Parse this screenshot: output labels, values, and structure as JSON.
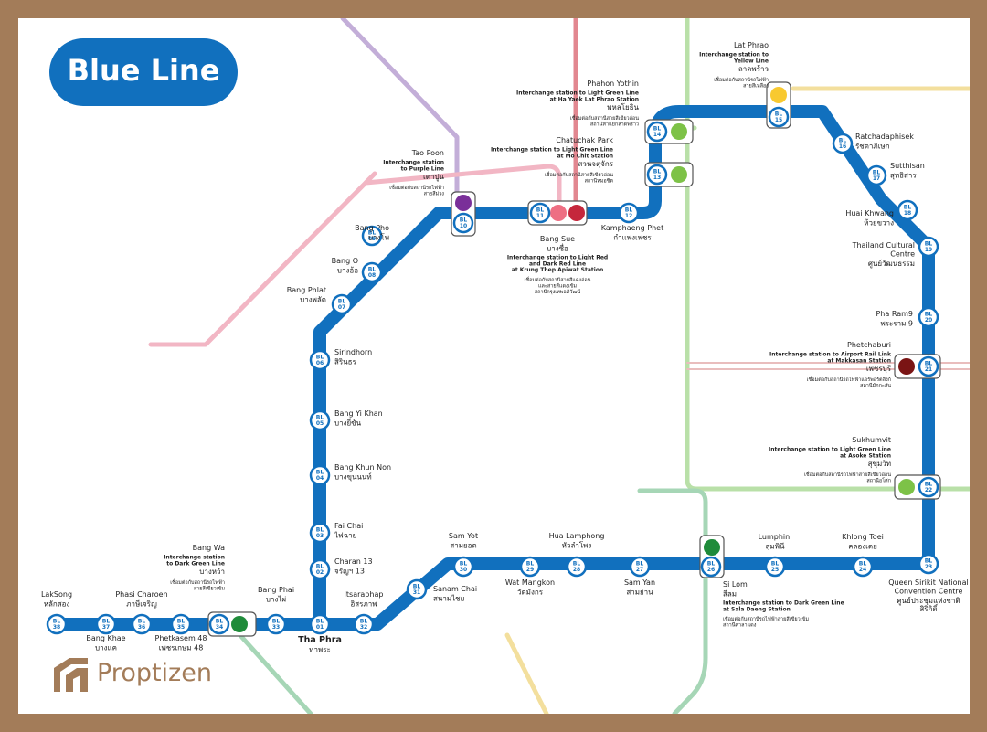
{
  "title": "Blue Line",
  "brand": "Proptizen",
  "colors": {
    "blue": "#1170be",
    "purple": "#c3aed8",
    "purple_dot": "#7a2f99",
    "pink": "#f2b6c4",
    "red": "#e28790",
    "red_dot": "#c5273c",
    "pink_dot": "#ee6f83",
    "light_green": "#b9e0a8",
    "light_green_dot": "#7dc247",
    "dark_green": "#a6d6b6",
    "dark_green_dot": "#1f8b3a",
    "yellow": "#f3df9d",
    "yellow_dot": "#f8c930",
    "airport": "#e9bdbd",
    "airport_dot": "#7a1414",
    "border": "#a37c59"
  },
  "stations": [
    {
      "code": "BL\n38",
      "name": "LakSong",
      "thai": "หลักสอง"
    },
    {
      "code": "BL\n37",
      "name": "Bang Khae",
      "thai": "บางแค"
    },
    {
      "code": "BL\n36",
      "name": "Phasi Charoen",
      "thai": "ภาษีเจริญ"
    },
    {
      "code": "BL\n35",
      "name": "Phetkasem 48",
      "thai": "เพชรเกษม 48"
    },
    {
      "code": "BL\n34",
      "name": "Bang Wa",
      "thai": "บางหว้า",
      "note": "Interchange station\nto Dark Green Line",
      "thai_note": "เชื่อมต่อกับสถานีรถไฟฟ้า\nสายสีเขียวเข้ม"
    },
    {
      "code": "BL\n33",
      "name": "Bang Phai",
      "thai": "บางไผ่"
    },
    {
      "code": "BL\n01",
      "name": "Tha Phra",
      "thai": "ท่าพระ"
    },
    {
      "code": "BL\n02",
      "name": "Charan 13",
      "thai": "จรัญฯ 13"
    },
    {
      "code": "BL\n03",
      "name": "Fai Chai",
      "thai": "ไฟฉาย"
    },
    {
      "code": "BL\n04",
      "name": "Bang Khun Non",
      "thai": "บางขุนนนท์"
    },
    {
      "code": "BL\n05",
      "name": "Bang Yi Khan",
      "thai": "บางยี่ขัน"
    },
    {
      "code": "BL\n06",
      "name": "Sirindhorn",
      "thai": "สิรินธร"
    },
    {
      "code": "BL\n07",
      "name": "Bang Phlat",
      "thai": "บางพลัด"
    },
    {
      "code": "BL\n08",
      "name": "Bang O",
      "thai": "บางอ้อ"
    },
    {
      "code": "BL\n09",
      "name": "Bang Pho",
      "thai": "บางโพ"
    },
    {
      "code": "BL\n10",
      "name": "Tao Poon",
      "thai": "เตาปูน",
      "note": "Interchange station\nto Purple Line",
      "thai_note": "เชื่อมต่อกับสถานีรถไฟฟ้า\nสายสีม่วง"
    },
    {
      "code": "BL\n11",
      "name": "Bang Sue",
      "thai": "บางซื่อ",
      "note": "Interchange station to Light Red\nand Dark Red Line\nat Krung Thep Apiwat Station",
      "thai_note": "เชื่อมต่อกับสถานีสายสีแดงอ่อน\nและสายสีแดงเข้ม\nสถานีกรุงเทพอภิวัฒน์"
    },
    {
      "code": "BL\n12",
      "name": "Kamphaeng Phet",
      "thai": "กำแพงเพชร"
    },
    {
      "code": "BL\n13",
      "name": "Chatuchak Park",
      "thai": "สวนจตุจักร",
      "note": "Interchange station to Light Green Line\nat Mo Chit Station",
      "thai_note": "เชื่อมต่อกับสถานีสายสีเขียวอ่อน\nสถานีหมอชิต"
    },
    {
      "code": "BL\n14",
      "name": "Phahon Yothin",
      "thai": "พหลโยธิน",
      "note": "Interchange station to Light Green Line\nat Ha Yaek Lat Phrao Station",
      "thai_note": "เชื่อมต่อกับสถานีสายสีเขียวอ่อน\nสถานีห้าแยกลาดพร้าว"
    },
    {
      "code": "BL\n15",
      "name": "Lat Phrao",
      "thai": "ลาดพร้าว",
      "note": "Interchange station to\nYellow Line",
      "thai_note": "เชื่อมต่อกับสถานีรถไฟฟ้า\nสายสีเหลือง"
    },
    {
      "code": "BL\n16",
      "name": "Ratchadaphisek",
      "thai": "รัชดาภิเษก"
    },
    {
      "code": "BL\n17",
      "name": "Sutthisan",
      "thai": "สุทธิสาร"
    },
    {
      "code": "BL\n18",
      "name": "Huai Khwang",
      "thai": "ห้วยขวาง"
    },
    {
      "code": "BL\n19",
      "name": "Thailand Cultural\nCentre",
      "thai": "ศูนย์วัฒนธรรม"
    },
    {
      "code": "BL\n20",
      "name": "Pha Ram9",
      "thai": "พระราม 9"
    },
    {
      "code": "BL\n21",
      "name": "Phetchaburi",
      "thai": "เพชรบุรี",
      "note": "Interchange station to Airport Rail Link\nat Makkasan Station",
      "thai_note": "เชื่อมต่อกับสถานีรถไฟฟ้าแอร์พอร์ตลิงก์\nสถานีมักกะสัน"
    },
    {
      "code": "BL\n22",
      "name": "Sukhumvit",
      "thai": "สุขุมวิท",
      "note": "Interchange station to Light Green Line\nat Asoke Station",
      "thai_note": "เชื่อมต่อกับสถานีรถไฟฟ้าสายสีเขียวอ่อน\nสถานีอโศก"
    },
    {
      "code": "BL\n23",
      "name": "Queen Sirikit National\nConvention Centre",
      "thai": "ศูนย์ประชุมแห่งชาติ\nสิริกิติ์"
    },
    {
      "code": "BL\n24",
      "name": "Khlong Toei",
      "thai": "คลองเตย"
    },
    {
      "code": "BL\n25",
      "name": "Lumphini",
      "thai": "ลุมพินี"
    },
    {
      "code": "BL\n26",
      "name": "Si Lom",
      "thai": "สีลม",
      "note": "Interchange station to Dark Green Line\nat Sala Daeng Station",
      "thai_note": "เชื่อมต่อกับสถานีรถไฟฟ้าสายสีเขียวเข้ม\nสถานีศาลาแดง"
    },
    {
      "code": "BL\n27",
      "name": "Sam Yan",
      "thai": "สามย่าน"
    },
    {
      "code": "BL\n28",
      "name": "Hua Lamphong",
      "thai": "หัวลำโพง"
    },
    {
      "code": "BL\n29",
      "name": "Wat Mangkon",
      "thai": "วัดมังกร"
    },
    {
      "code": "BL\n30",
      "name": "Sam Yot",
      "thai": "สามยอด"
    },
    {
      "code": "BL\n31",
      "name": "Sanam Chai",
      "thai": "สนามไชย"
    },
    {
      "code": "BL\n32",
      "name": "Itsaraphap",
      "thai": "อิสรภาพ"
    }
  ]
}
